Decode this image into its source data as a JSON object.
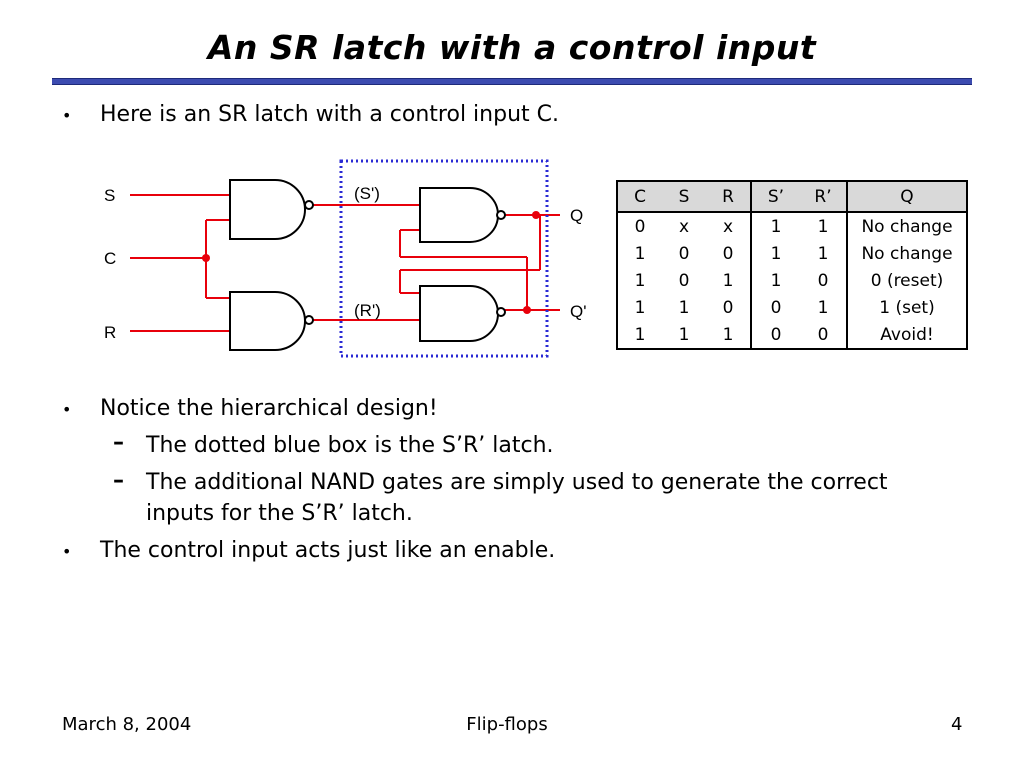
{
  "slide": {
    "title": "An SR latch with a control input",
    "bullets": [
      {
        "text": "Here is an SR latch with a control input C."
      },
      {
        "text": "Notice the hierarchical design!"
      },
      {
        "text": "The control input acts just like an enable."
      }
    ],
    "sub_bullets": [
      {
        "text": "The dotted blue box is the S’R’ latch."
      },
      {
        "line1": "The additional NAND gates are simply used to generate the correct",
        "line2": "inputs for the S’R’ latch."
      }
    ],
    "bullet_glyph": "•",
    "dash_glyph": "–",
    "circuit": {
      "input_s": "S",
      "input_c": "C",
      "input_r": "R",
      "s_prime": "(S')",
      "r_prime": "(R')",
      "out_q": "Q",
      "out_q_prime": "Q'",
      "wire_color": "#e8000b",
      "box_color": "#2a2ad4"
    },
    "truth_table": {
      "headers": [
        "C",
        "S",
        "R",
        "S’",
        "R’",
        "Q"
      ],
      "rows": [
        [
          "0",
          "x",
          "x",
          "1",
          "1",
          "No change"
        ],
        [
          "1",
          "0",
          "0",
          "1",
          "1",
          "No change"
        ],
        [
          "1",
          "0",
          "1",
          "1",
          "0",
          "0 (reset)"
        ],
        [
          "1",
          "1",
          "0",
          "0",
          "1",
          "1 (set)"
        ],
        [
          "1",
          "1",
          "1",
          "0",
          "0",
          "Avoid!"
        ]
      ]
    },
    "footer": {
      "date": "March 8, 2004",
      "topic": "Flip-flops",
      "page": "4"
    }
  }
}
